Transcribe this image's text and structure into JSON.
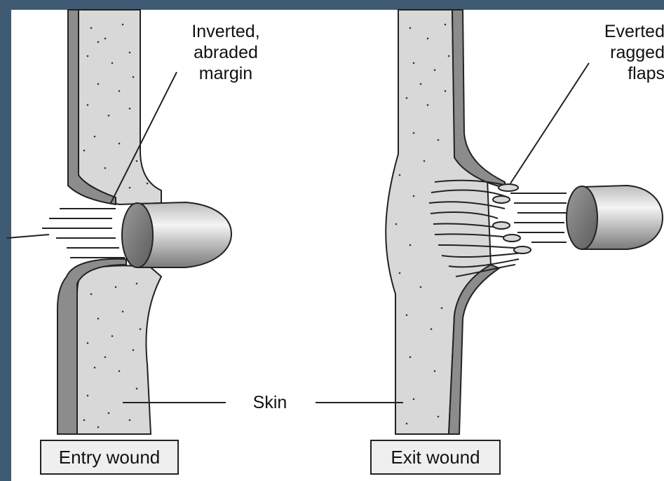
{
  "labels": {
    "entry_annotation": "Inverted,\nabraded\nmargin",
    "exit_annotation": "Everted\nragged\nflaps",
    "skin": "Skin",
    "entry_caption": "Entry wound",
    "exit_caption": "Exit wound"
  },
  "colors": {
    "background": "#3f5b73",
    "panel": "#ffffff",
    "tissue": "#d8d8d8",
    "epidermis": "#8c8c8c",
    "outline": "#222222"
  }
}
